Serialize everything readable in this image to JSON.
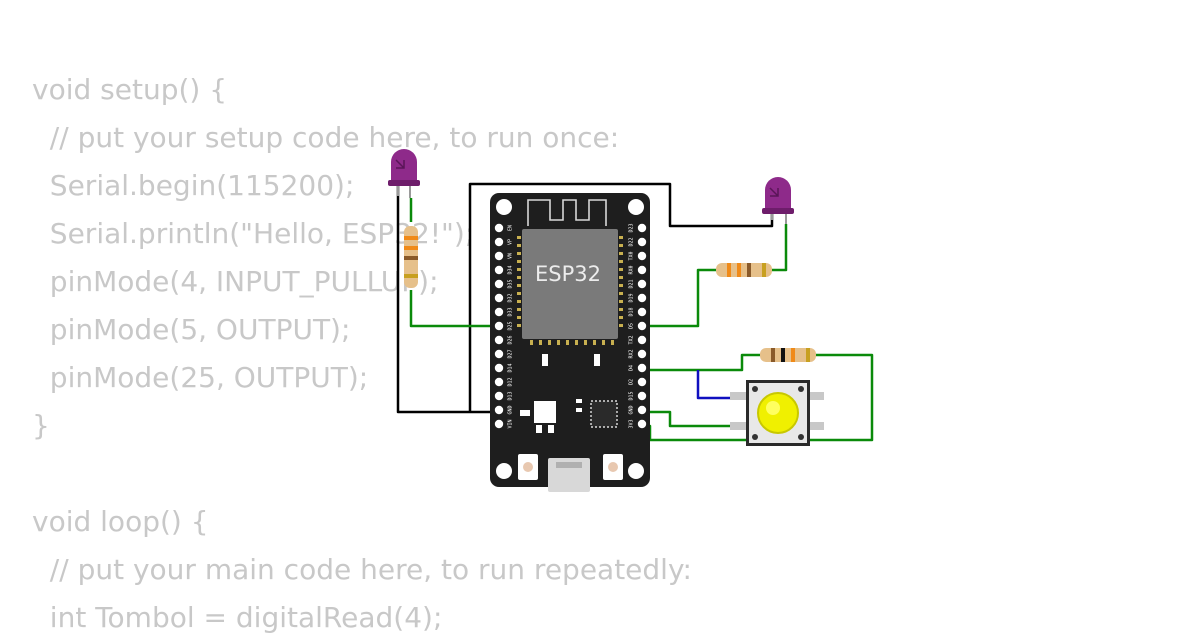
{
  "code_lines": [
    "void setup() {",
    "  // put your setup code here, to run once:",
    "  Serial.begin(115200);",
    "  Serial.println(\"Hello, ESP32!\");",
    "  pinMode(4, INPUT_PULLUP);",
    "  pinMode(5, OUTPUT);",
    "  pinMode(25, OUTPUT);",
    "}",
    "",
    "void loop() {",
    "  // put your main code here, to run repeatedly:",
    "  int Tombol = digitalRead(4);"
  ],
  "board": {
    "chip_label": "ESP32",
    "left_pins": [
      "EN",
      "VP",
      "VN",
      "D34",
      "D35",
      "D32",
      "D33",
      "D25",
      "D26",
      "D27",
      "D14",
      "D12",
      "D13",
      "GND",
      "VIN"
    ],
    "right_pins": [
      "D23",
      "D22",
      "TX0",
      "RX0",
      "D21",
      "D19",
      "D18",
      "D5",
      "TX2",
      "RX2",
      "D4",
      "D2",
      "D15",
      "GND",
      "3V3"
    ]
  },
  "components": {
    "led_color": "#8e2a8a",
    "button_color": "#f0f000",
    "wire_colors": {
      "signal": "#0a8a0a",
      "ground": "#000000",
      "pullup": "#1010c0"
    }
  }
}
